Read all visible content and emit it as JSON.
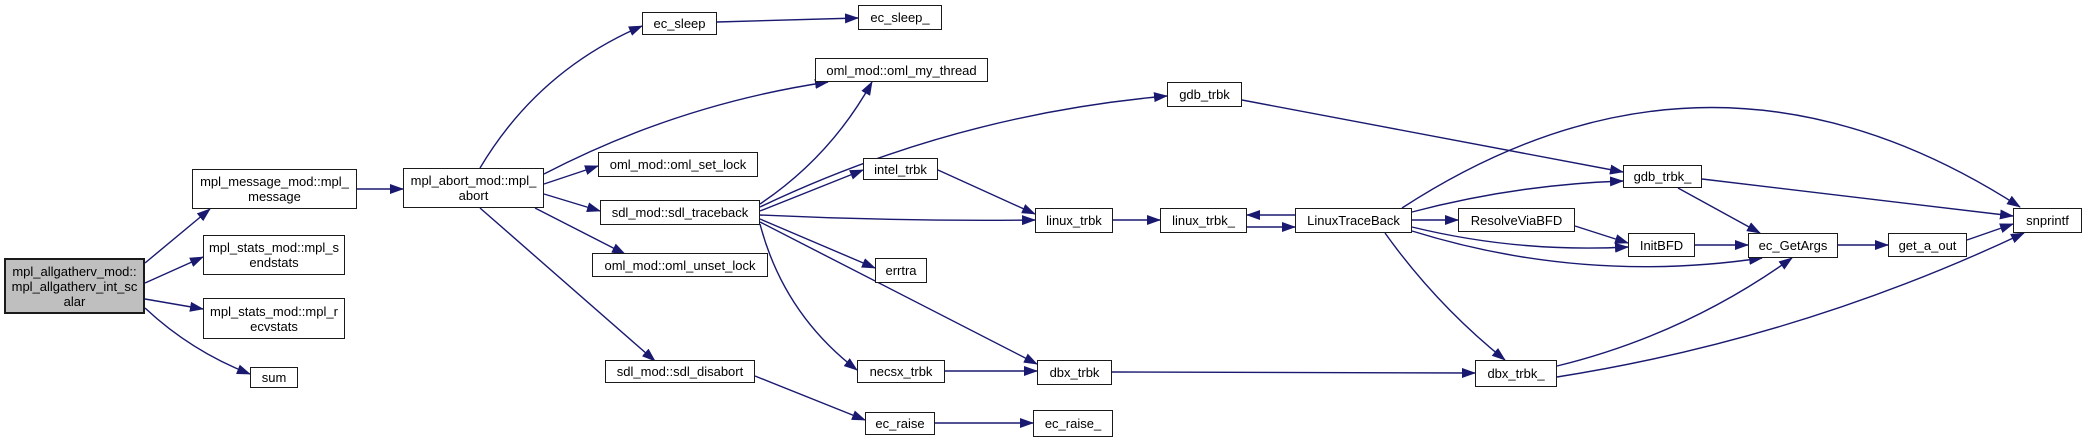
{
  "diagram": {
    "type": "call-graph",
    "colors": {
      "edge": "#191970",
      "node_fill": "#ffffff",
      "node_border": "#1a1a1a",
      "root_fill": "#bfbfbf",
      "background": "#ffffff",
      "text": "#000000"
    },
    "root_label": "mpl_allgatherv_mod::mpl_allgatherv_int_scalar",
    "nodes": [
      {
        "id": "root",
        "label": "mpl_allgatherv_mod::mpl_allgatherv_int_scalar",
        "is_root": true
      },
      {
        "id": "mpl_message",
        "label": "mpl_message_mod::mpl_message"
      },
      {
        "id": "mpl_sendstats",
        "label": "mpl_stats_mod::mpl_sendstats"
      },
      {
        "id": "mpl_recvstats",
        "label": "mpl_stats_mod::mpl_recvstats"
      },
      {
        "id": "sum",
        "label": "sum"
      },
      {
        "id": "mpl_abort",
        "label": "mpl_abort_mod::mpl_abort"
      },
      {
        "id": "ec_sleep",
        "label": "ec_sleep"
      },
      {
        "id": "ec_sleep_",
        "label": "ec_sleep_"
      },
      {
        "id": "oml_my_thread",
        "label": "oml_mod::oml_my_thread"
      },
      {
        "id": "oml_set_lock",
        "label": "oml_mod::oml_set_lock"
      },
      {
        "id": "sdl_traceback",
        "label": "sdl_mod::sdl_traceback"
      },
      {
        "id": "oml_unset_lock",
        "label": "oml_mod::oml_unset_lock"
      },
      {
        "id": "sdl_disabort",
        "label": "sdl_mod::sdl_disabort"
      },
      {
        "id": "gdb_trbk",
        "label": "gdb_trbk"
      },
      {
        "id": "intel_trbk",
        "label": "intel_trbk"
      },
      {
        "id": "errtra",
        "label": "errtra"
      },
      {
        "id": "linux_trbk",
        "label": "linux_trbk"
      },
      {
        "id": "linux_trbk_",
        "label": "linux_trbk_"
      },
      {
        "id": "LinuxTraceBack",
        "label": "LinuxTraceBack"
      },
      {
        "id": "ResolveViaBFD",
        "label": "ResolveViaBFD"
      },
      {
        "id": "gdb_trbk_",
        "label": "gdb_trbk_"
      },
      {
        "id": "InitBFD",
        "label": "InitBFD"
      },
      {
        "id": "ec_GetArgs",
        "label": "ec_GetArgs"
      },
      {
        "id": "get_a_out",
        "label": "get_a_out"
      },
      {
        "id": "snprintf",
        "label": "snprintf"
      },
      {
        "id": "necsx_trbk",
        "label": "necsx_trbk"
      },
      {
        "id": "dbx_trbk",
        "label": "dbx_trbk"
      },
      {
        "id": "dbx_trbk_",
        "label": "dbx_trbk_"
      },
      {
        "id": "ec_raise",
        "label": "ec_raise"
      },
      {
        "id": "ec_raise_",
        "label": "ec_raise_"
      }
    ],
    "edges": [
      {
        "from": "root",
        "to": "mpl_message"
      },
      {
        "from": "root",
        "to": "mpl_sendstats"
      },
      {
        "from": "root",
        "to": "mpl_recvstats"
      },
      {
        "from": "root",
        "to": "sum"
      },
      {
        "from": "mpl_message",
        "to": "mpl_abort"
      },
      {
        "from": "mpl_abort",
        "to": "ec_sleep"
      },
      {
        "from": "mpl_abort",
        "to": "oml_my_thread"
      },
      {
        "from": "mpl_abort",
        "to": "oml_set_lock"
      },
      {
        "from": "mpl_abort",
        "to": "sdl_traceback"
      },
      {
        "from": "mpl_abort",
        "to": "oml_unset_lock"
      },
      {
        "from": "mpl_abort",
        "to": "sdl_disabort"
      },
      {
        "from": "ec_sleep",
        "to": "ec_sleep_"
      },
      {
        "from": "sdl_traceback",
        "to": "oml_my_thread"
      },
      {
        "from": "sdl_traceback",
        "to": "gdb_trbk"
      },
      {
        "from": "sdl_traceback",
        "to": "intel_trbk"
      },
      {
        "from": "sdl_traceback",
        "to": "linux_trbk"
      },
      {
        "from": "sdl_traceback",
        "to": "errtra"
      },
      {
        "from": "sdl_traceback",
        "to": "necsx_trbk"
      },
      {
        "from": "sdl_traceback",
        "to": "dbx_trbk"
      },
      {
        "from": "intel_trbk",
        "to": "linux_trbk"
      },
      {
        "from": "linux_trbk",
        "to": "linux_trbk_"
      },
      {
        "from": "linux_trbk_",
        "to": "LinuxTraceBack"
      },
      {
        "from": "LinuxTraceBack",
        "to": "linux_trbk_"
      },
      {
        "from": "LinuxTraceBack",
        "to": "gdb_trbk_"
      },
      {
        "from": "LinuxTraceBack",
        "to": "ResolveViaBFD"
      },
      {
        "from": "LinuxTraceBack",
        "to": "InitBFD"
      },
      {
        "from": "LinuxTraceBack",
        "to": "ec_GetArgs"
      },
      {
        "from": "LinuxTraceBack",
        "to": "dbx_trbk_"
      },
      {
        "from": "LinuxTraceBack",
        "to": "snprintf"
      },
      {
        "from": "gdb_trbk",
        "to": "gdb_trbk_"
      },
      {
        "from": "gdb_trbk_",
        "to": "ec_GetArgs"
      },
      {
        "from": "gdb_trbk_",
        "to": "snprintf"
      },
      {
        "from": "ResolveViaBFD",
        "to": "InitBFD"
      },
      {
        "from": "InitBFD",
        "to": "ec_GetArgs"
      },
      {
        "from": "ec_GetArgs",
        "to": "get_a_out"
      },
      {
        "from": "get_a_out",
        "to": "snprintf"
      },
      {
        "from": "necsx_trbk",
        "to": "dbx_trbk"
      },
      {
        "from": "dbx_trbk",
        "to": "dbx_trbk_"
      },
      {
        "from": "dbx_trbk_",
        "to": "ec_GetArgs"
      },
      {
        "from": "dbx_trbk_",
        "to": "snprintf"
      },
      {
        "from": "sdl_disabort",
        "to": "ec_raise"
      },
      {
        "from": "ec_raise",
        "to": "ec_raise_"
      }
    ]
  }
}
